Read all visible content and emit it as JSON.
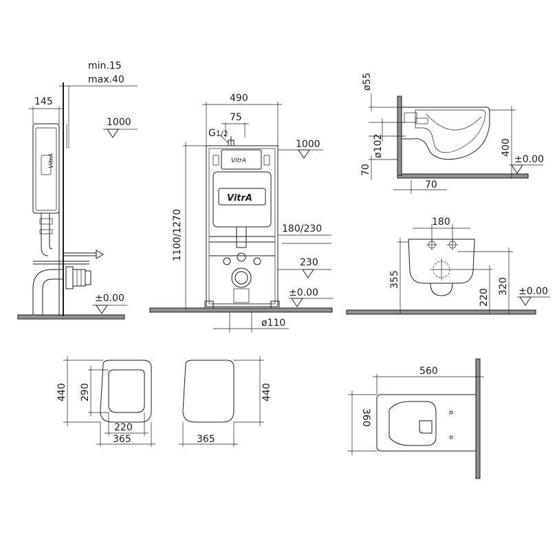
{
  "side_frame": {
    "dim_depth": "145",
    "dim_min": "min.15",
    "dim_max": "max.40",
    "level_top": "1000",
    "level_floor": "±0.00"
  },
  "front_frame": {
    "dim_width": "490",
    "dim_valve": "75",
    "dim_inlet": "G",
    "dim_inlet_frac": "1/2",
    "dim_height": "1100/1270",
    "level_top": "1000",
    "dim_fix": "180/230",
    "dim_drain": "230",
    "level_floor": "±0.00",
    "dim_pipe": "ø110",
    "brand": "VitrA"
  },
  "bowl_side": {
    "dim_pipe": "ø55",
    "dim_outlet": "ø102",
    "dim_height": "400",
    "dim_base": "70",
    "dim_wall": "70",
    "level_floor": "±0.00"
  },
  "bowl_front": {
    "dim_fix": "180",
    "dim_height": "355",
    "dim_drain": "220",
    "dim_fix_height": "320",
    "level_floor": "±0.00"
  },
  "seat_open": {
    "dim_length": "440",
    "dim_inner": "290",
    "dim_inner_width": "220",
    "dim_width": "365"
  },
  "seat_closed": {
    "dim_length": "440",
    "dim_width": "365"
  },
  "bowl_top": {
    "dim_projection": "560",
    "dim_width": "360"
  }
}
